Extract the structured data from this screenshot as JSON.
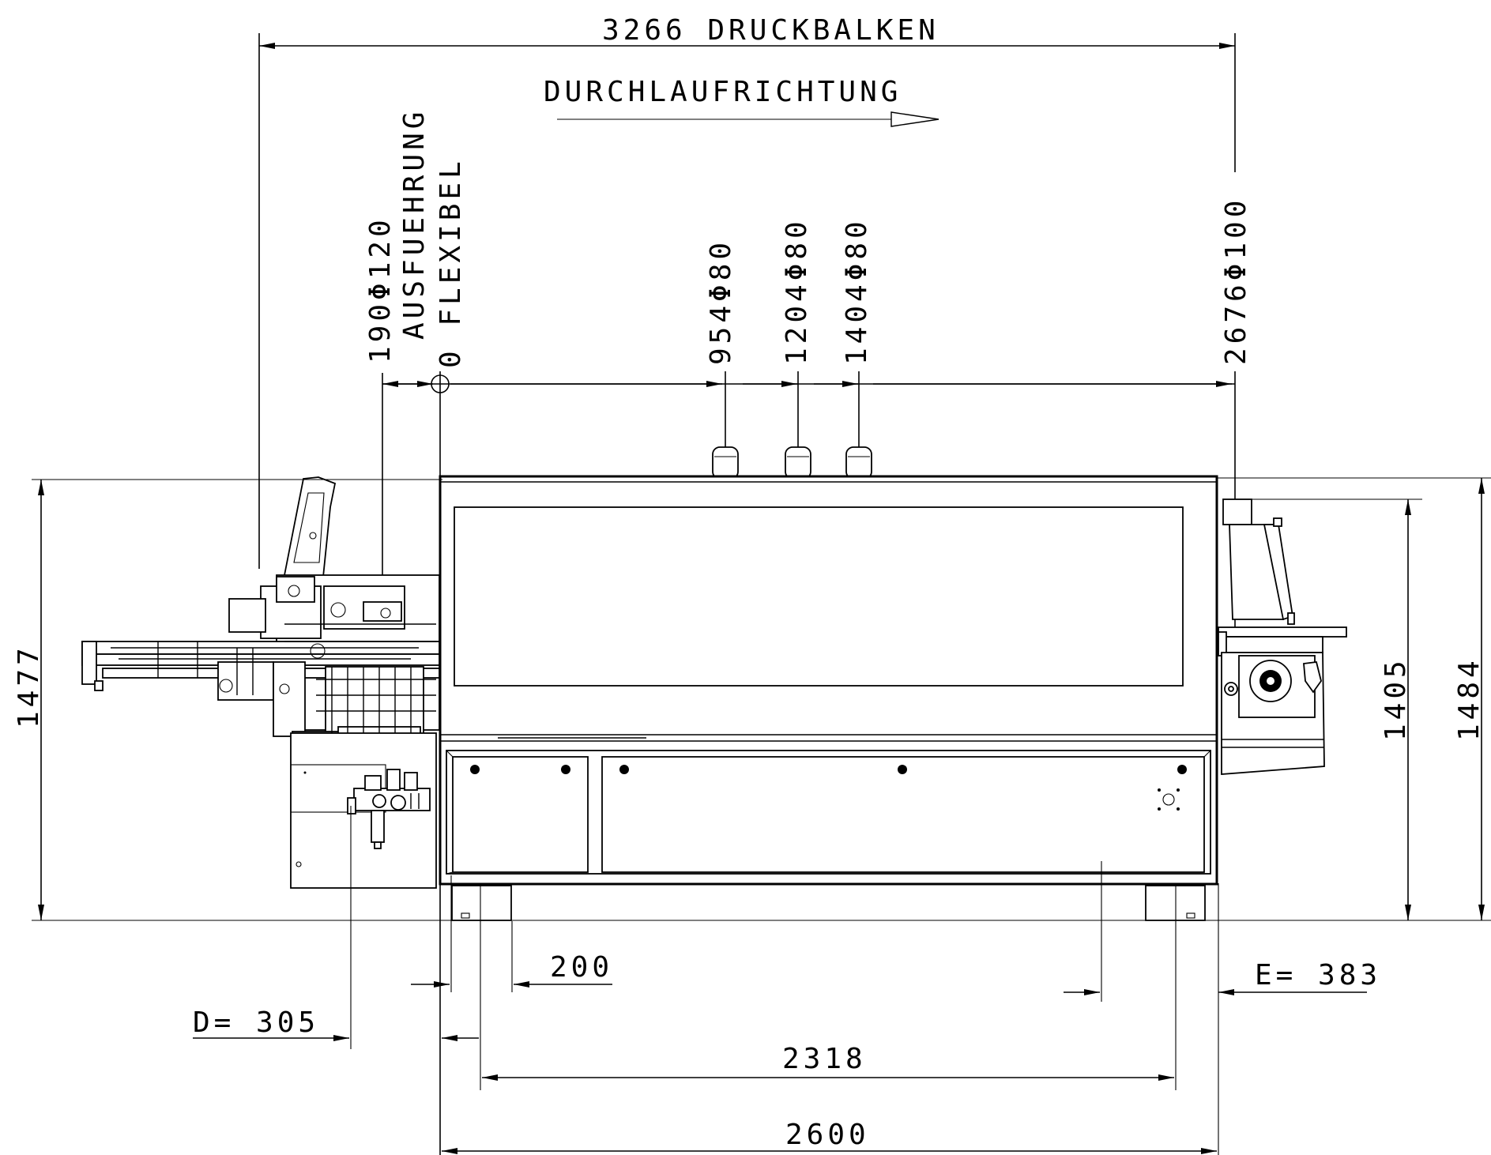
{
  "labels": {
    "druckbalken": "3266 DRUCKBALKEN",
    "richtung": "DURCHLAUFRICHTUNG",
    "d190": "190Φ120",
    "ausfuehrung": "AUSFUEHRUNG",
    "flexibel": "0 FLEXIBEL",
    "d954": "954Φ80",
    "d1204": "1204Φ80",
    "d1404": "1404Φ80",
    "d2676": "2676Φ100",
    "h1477": "1477",
    "h1405": "1405",
    "h1484": "1484",
    "w200": "200",
    "d305": "D= 305",
    "e383": "E= 383",
    "w2318": "2318",
    "w2600": "2600"
  }
}
